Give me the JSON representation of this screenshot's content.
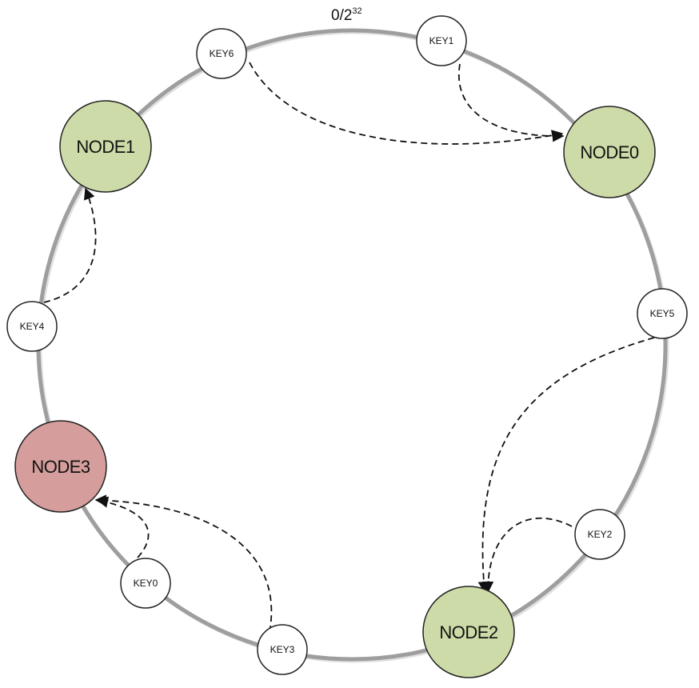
{
  "ring": {
    "origin_label": "0/2",
    "origin_exponent": "32",
    "ring_color": "#9e9e9e"
  },
  "colors": {
    "node_active": "#cddba8",
    "node_failed": "#d59e9c",
    "key_fill": "#ffffff",
    "stroke": "#222222",
    "arrow": "#111111"
  },
  "nodes": [
    {
      "id": "node0",
      "label": "NODE0",
      "status": "active"
    },
    {
      "id": "node1",
      "label": "NODE1",
      "status": "active"
    },
    {
      "id": "node2",
      "label": "NODE2",
      "status": "active"
    },
    {
      "id": "node3",
      "label": "NODE3",
      "status": "failed"
    }
  ],
  "keys": [
    {
      "id": "key0",
      "label": "KEY0",
      "maps_to": "NODE3"
    },
    {
      "id": "key1",
      "label": "KEY1",
      "maps_to": "NODE0"
    },
    {
      "id": "key2",
      "label": "KEY2",
      "maps_to": "NODE2"
    },
    {
      "id": "key3",
      "label": "KEY3",
      "maps_to": "NODE3"
    },
    {
      "id": "key4",
      "label": "KEY4",
      "maps_to": "NODE1"
    },
    {
      "id": "key5",
      "label": "KEY5",
      "maps_to": "NODE2"
    },
    {
      "id": "key6",
      "label": "KEY6",
      "maps_to": "NODE0"
    }
  ]
}
